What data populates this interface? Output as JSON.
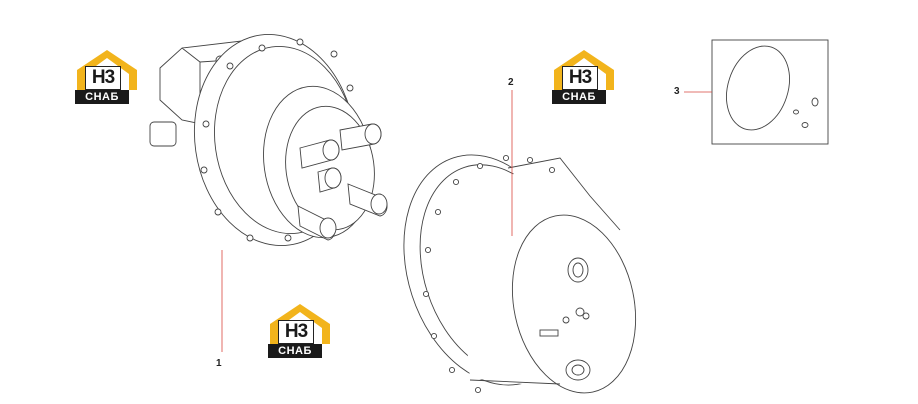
{
  "watermark": {
    "brand_top": "Н3",
    "brand_bottom": "СНАБ",
    "accent": "#f2b41c"
  },
  "callouts": [
    {
      "id": "1",
      "label": "1"
    },
    {
      "id": "2",
      "label": "2"
    },
    {
      "id": "3",
      "label": "3"
    }
  ],
  "colors": {
    "line": "#444444",
    "leader": "#d9473f",
    "accent": "#f2b41c"
  }
}
